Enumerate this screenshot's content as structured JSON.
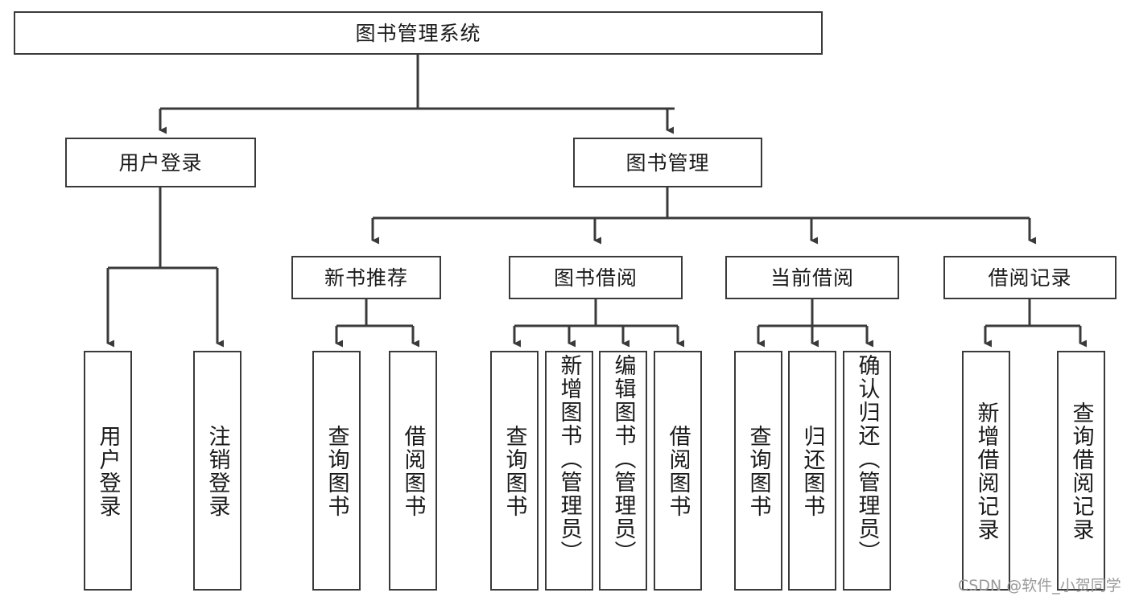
{
  "diagram": {
    "title": "图书管理系统",
    "watermark": "CSDN @软件_小贺同学",
    "colors": {
      "stroke": "#3a3a3a",
      "fill": "#ffffff",
      "text": "#1a1a1a",
      "watermark": "#9a9a9a"
    },
    "root": {
      "label": "图书管理系统"
    },
    "level2": [
      {
        "label": "用户登录"
      },
      {
        "label": "图书管理"
      }
    ],
    "level3": [
      {
        "label": "新书推荐"
      },
      {
        "label": "图书借阅"
      },
      {
        "label": "当前借阅"
      },
      {
        "label": "借阅记录"
      }
    ],
    "leaves": {
      "user_login": [
        {
          "label": "用户登录"
        },
        {
          "label": "注销登录"
        }
      ],
      "new_book": [
        {
          "label": "查询图书"
        },
        {
          "label": "借阅图书"
        }
      ],
      "borrow": [
        {
          "label": "查询图书"
        },
        {
          "label": "新增图书（管理员）"
        },
        {
          "label": "编辑图书（管理员）"
        },
        {
          "label": "借阅图书"
        }
      ],
      "current": [
        {
          "label": "查询图书"
        },
        {
          "label": "归还图书"
        },
        {
          "label": "确认归还（管理员）"
        }
      ],
      "records": [
        {
          "label": "新增借阅记录"
        },
        {
          "label": "查询借阅记录"
        }
      ]
    }
  }
}
